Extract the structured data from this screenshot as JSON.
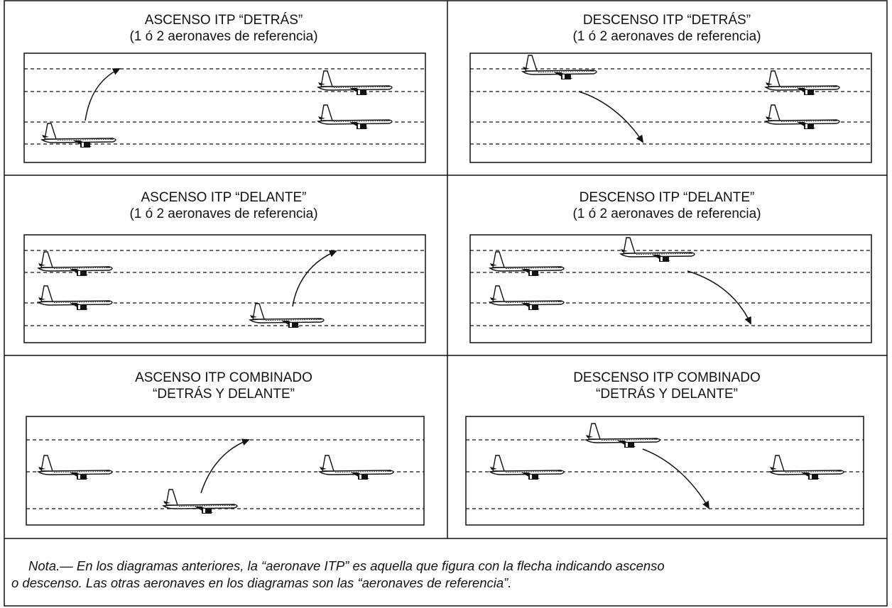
{
  "panels": [
    {
      "title_line1": "ASCENSO ITP “DETRÁS”",
      "title_line2": "(1 ó 2 aeronaves de referencia)"
    },
    {
      "title_line1": "DESCENSO ITP “DETRÁS”",
      "title_line2": "(1 ó 2 aeronaves de referencia)"
    },
    {
      "title_line1": "ASCENSO ITP “DELANTE”",
      "title_line2": "(1 ó 2 aeronaves de referencia)"
    },
    {
      "title_line1": "DESCENSO ITP “DELANTE”",
      "title_line2": "(1 ó 2 aeronaves de referencia)"
    },
    {
      "title_line1": "ASCENSO ITP COMBINADO",
      "title_line2": "“DETRÁS Y DELANTE”"
    },
    {
      "title_line1": "DESCENSO ITP COMBINADO",
      "title_line2": "“DETRÁS Y DELANTE”"
    }
  ],
  "note": {
    "line1": "Nota.— En los diagramas anteriores, la “aeronave ITP” es aquella que figura con la flecha indicando ascenso",
    "line2": "o descenso. Las otras aeronaves en los diagramas son las “aeronaves de referencia”."
  }
}
